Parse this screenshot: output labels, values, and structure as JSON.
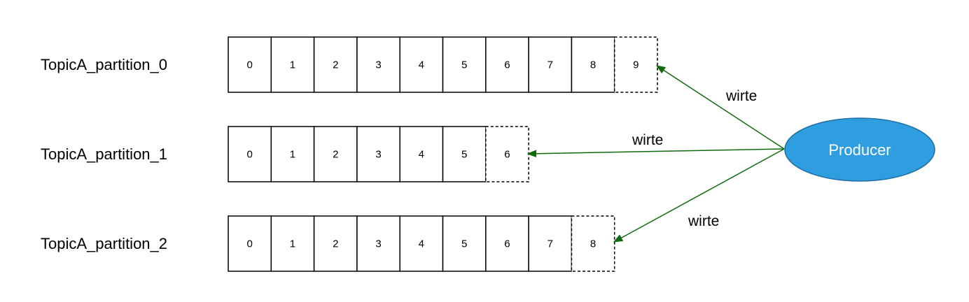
{
  "producer": {
    "label": "Producer",
    "fill": "#2e9ee0",
    "stroke": "#1f6fa8"
  },
  "edge_color": "#0f6a0f",
  "partitions": [
    {
      "label": "TopicA_partition_0",
      "cells": [
        "0",
        "1",
        "2",
        "3",
        "4",
        "5",
        "6",
        "7",
        "8"
      ],
      "next": "9",
      "write_label": "wirte"
    },
    {
      "label": "TopicA_partition_1",
      "cells": [
        "0",
        "1",
        "2",
        "3",
        "4",
        "5"
      ],
      "next": "6",
      "write_label": "wirte"
    },
    {
      "label": "TopicA_partition_2",
      "cells": [
        "0",
        "1",
        "2",
        "3",
        "4",
        "5",
        "6",
        "7"
      ],
      "next": "8",
      "write_label": "wirte"
    }
  ]
}
